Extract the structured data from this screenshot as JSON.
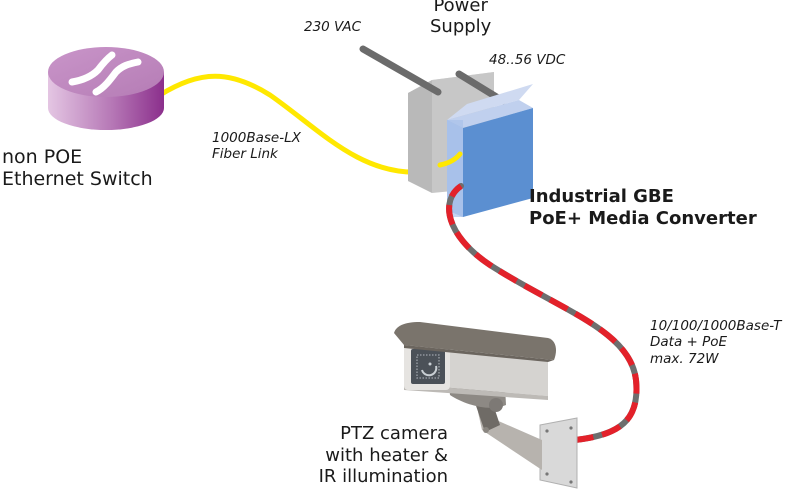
{
  "diagram": {
    "title": "Industrial GBE PoE+ Media Converter application",
    "nodes": {
      "switch": {
        "lines": [
          "non POE",
          "Ethernet Switch"
        ],
        "icon": "ethernet-switch-icon",
        "color": "#b77ab8"
      },
      "power_supply": {
        "lines": [
          "Power",
          "Supply"
        ],
        "input_label": "230 VAC",
        "output_label": "48..56 VDC",
        "icon": "power-supply-icon",
        "color": "#c8c8c8"
      },
      "converter": {
        "lines": [
          "Industrial GBE",
          "PoE+ Media Converter"
        ],
        "icon": "media-converter-icon",
        "color": "#5b8fd1"
      },
      "camera": {
        "lines": [
          "PTZ camera",
          "with heater &",
          "IR illumination"
        ],
        "icon": "ptz-camera-icon",
        "color": "#8a8680"
      }
    },
    "links": {
      "fiber": {
        "lines": [
          "1000Base-LX",
          "Fiber Link"
        ],
        "color": "#ffe800"
      },
      "copper": {
        "lines": [
          "10/100/1000Base-T",
          "Data + PoE",
          "max. 72W"
        ],
        "colors": [
          "#e3212a",
          "#6e6e6e"
        ]
      }
    }
  }
}
